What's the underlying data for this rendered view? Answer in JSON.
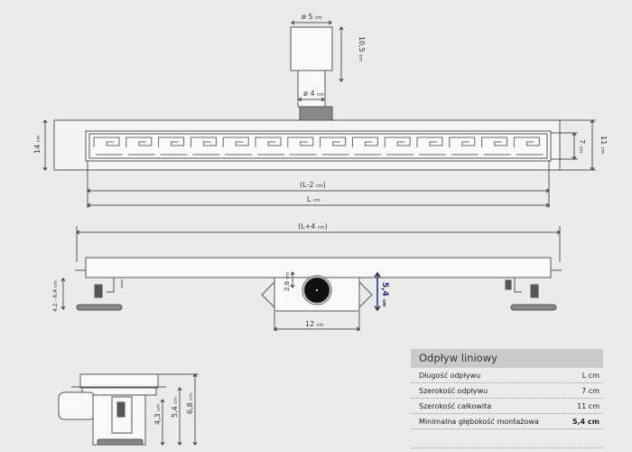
{
  "labels": {
    "pipe_outer_diameter": "ø 5",
    "pipe_height": "10,5",
    "pipe_inner_diameter": "ø 4",
    "total_width": "14",
    "width_11": "11",
    "width_7": "7",
    "grate_length": "(L-2",
    "length": "L",
    "total_length": "(L+4",
    "foot_height": "4,2 - 6,4",
    "outlet_offset": "2,8",
    "min_depth": "5,4",
    "outlet_width": "12",
    "side_h1": "4,3",
    "side_h2": "5,4",
    "side_h3": "6,8",
    "unit": "cm",
    "close_paren": ")"
  },
  "spec": {
    "title": "Odpływ liniowy",
    "rows": [
      {
        "label": "Długość odpływu",
        "value": "L cm"
      },
      {
        "label": "Szerokość odpływu",
        "value": "7 cm"
      },
      {
        "label": "Szerokość całkowita",
        "value": "11 cm"
      },
      {
        "label": "Minimalna głębokość montażowa",
        "value": "5,4 cm"
      }
    ]
  },
  "colors": {
    "background": "#ebebeb",
    "highlight": "#1a2a7a",
    "line": "#555555"
  }
}
